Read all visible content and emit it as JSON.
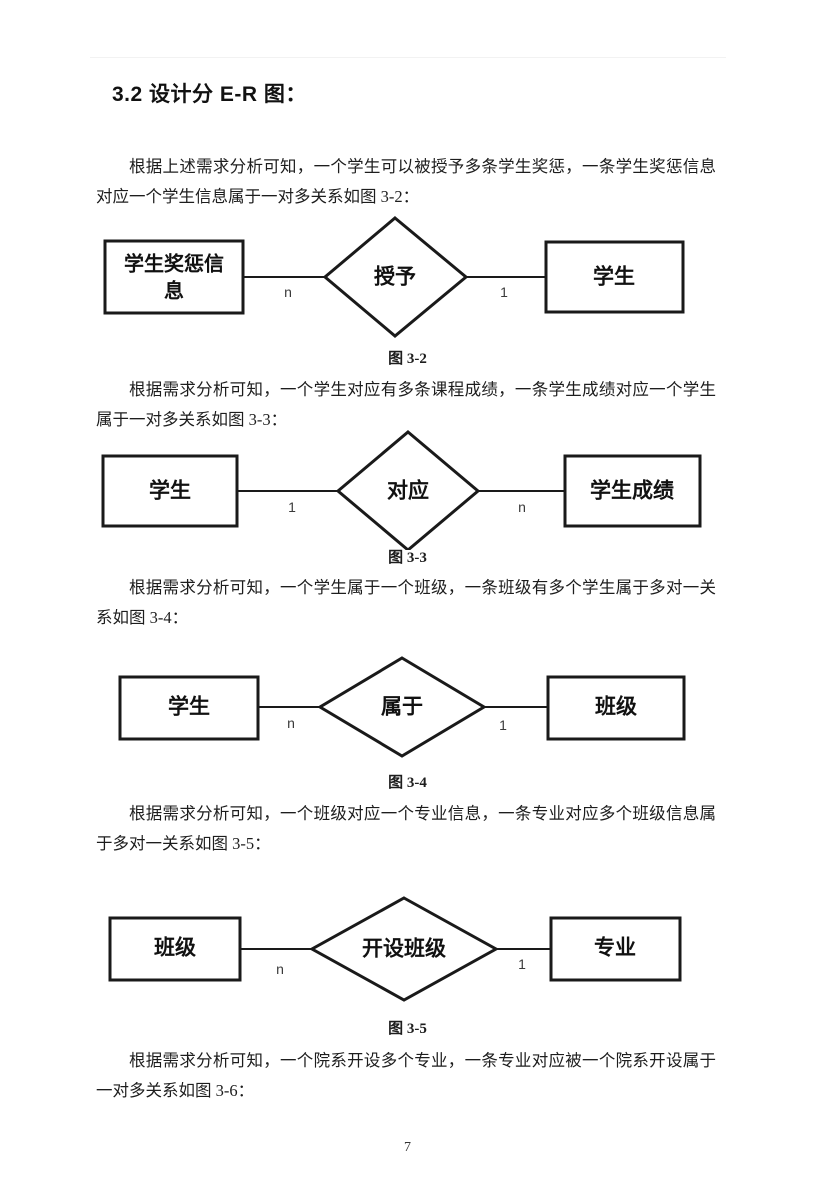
{
  "document": {
    "page_number": "7",
    "heading": "3.2  设计分 E-R 图："
  },
  "paragraphs": [
    {
      "id": "p1",
      "text": "根据上述需求分析可知，一个学生可以被授予多条学生奖惩，一条学生奖惩信息对应一个学生信息属于一对多关系如图 3-2："
    },
    {
      "id": "p2",
      "text": "根据需求分析可知，一个学生对应有多条课程成绩，一条学生成绩对应一个学生属于一对多关系如图 3-3："
    },
    {
      "id": "p3",
      "text": "根据需求分析可知，一个学生属于一个班级，一条班级有多个学生属于多对一关系如图 3-4："
    },
    {
      "id": "p4",
      "text": "根据需求分析可知，一个班级对应一个专业信息，一条专业对应多个班级信息属于多对一关系如图 3-5："
    },
    {
      "id": "p5",
      "text": "根据需求分析可知，一个院系开设多个专业，一条专业对应被一个院系开设属于一对多关系如图 3-6："
    }
  ],
  "figures": [
    {
      "id": "fig-3-2",
      "caption": "图 3-2",
      "left_entity": "学生奖惩信息",
      "left_entity_lines": [
        "学生奖惩信",
        "息"
      ],
      "relationship": "关系",
      "relationship_label": "授予",
      "right_entity": "学生",
      "left_cardinality": "n",
      "right_cardinality": "1",
      "relation_type": "一对多"
    },
    {
      "id": "fig-3-3",
      "caption": "图 3-3",
      "left_entity": "学生",
      "left_entity_lines": [
        "学生"
      ],
      "relationship": "关系",
      "relationship_label": "对应",
      "right_entity": "学生成绩",
      "left_cardinality": "1",
      "right_cardinality": "n",
      "relation_type": "一对多"
    },
    {
      "id": "fig-3-4",
      "caption": "图 3-4",
      "left_entity": "学生",
      "left_entity_lines": [
        "学生"
      ],
      "relationship": "关系",
      "relationship_label": "属于",
      "right_entity": "班级",
      "left_cardinality": "n",
      "right_cardinality": "1",
      "relation_type": "多对一"
    },
    {
      "id": "fig-3-5",
      "caption": "图 3-5",
      "left_entity": "班级",
      "left_entity_lines": [
        "班级"
      ],
      "relationship": "关系",
      "relationship_label": "开设班级",
      "right_entity": "专业",
      "left_cardinality": "n",
      "right_cardinality": "1",
      "relation_type": "多对一"
    }
  ],
  "colors": {
    "text": "#1a1a1a",
    "shape_stroke": "#1a1a1a",
    "shape_fill": "#ffffff",
    "cardinality_text": "#3a3a3a",
    "header_rule": "#f2f2f2"
  }
}
